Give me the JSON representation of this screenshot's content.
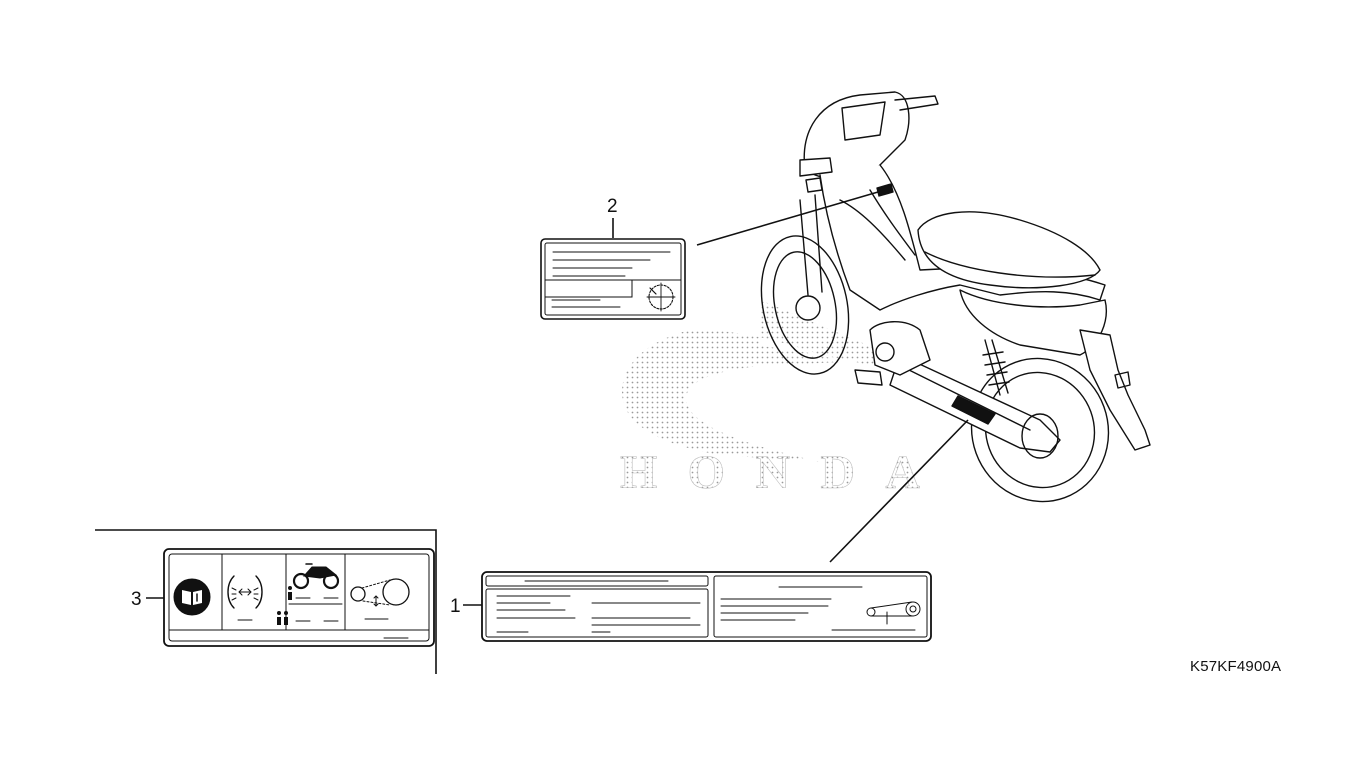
{
  "callouts": {
    "label1": "1",
    "label2": "2",
    "label3": "3"
  },
  "watermark_text": "HONDA",
  "drawing_code": "K57KF4900A",
  "colors": {
    "line": "#111111",
    "dots": "#b8b8b8",
    "fill": "#ffffff"
  }
}
